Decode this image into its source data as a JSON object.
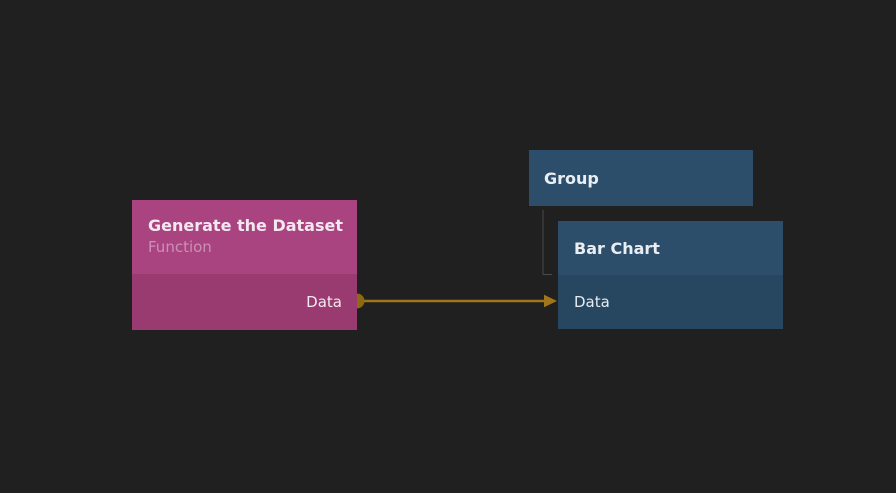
{
  "canvas": {
    "background_color": "#202021"
  },
  "nodes": {
    "function_node": {
      "title": "Generate the Dataset",
      "subtitle": "Function",
      "output_port_label": "Data",
      "header_color": "#aa4480",
      "body_color": "#993a70"
    },
    "group_node": {
      "title": "Group",
      "header_color": "#2d4e6b"
    },
    "bar_chart_node": {
      "title": "Bar Chart",
      "input_port_label": "Data",
      "header_color": "#2d4e6b",
      "body_color": "#27465f"
    }
  },
  "connection": {
    "source_port": "Data",
    "target_port": "Data",
    "wire_color": "#a1761a",
    "dot_color": "#8d690f",
    "tree_line_color": "#4a4a4a"
  }
}
